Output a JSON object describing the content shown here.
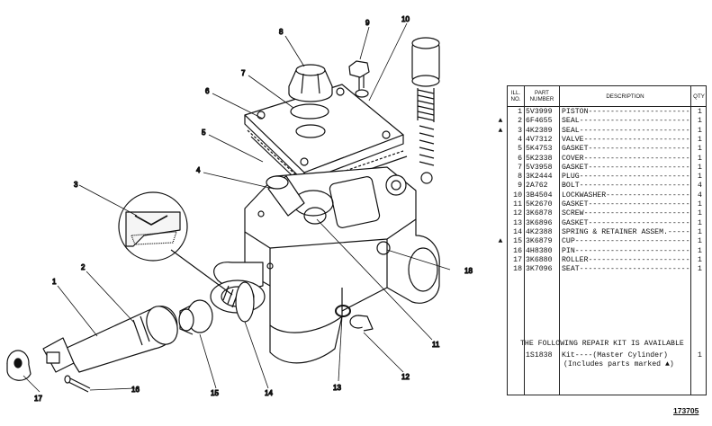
{
  "table": {
    "headers": {
      "no": "ILL. NO.",
      "part_number": "PART NUMBER",
      "description": "DESCRIPTION",
      "qty": "QTY"
    },
    "rows": [
      {
        "mark": "",
        "no": "1",
        "part": "5V3999",
        "desc": "PISTON",
        "qty": "1"
      },
      {
        "mark": "▲",
        "no": "2",
        "part": "6F4655",
        "desc": "SEAL",
        "qty": "1"
      },
      {
        "mark": "▲",
        "no": "3",
        "part": "4K2389",
        "desc": "SEAL",
        "qty": "1"
      },
      {
        "mark": "",
        "no": "4",
        "part": "4V7312",
        "desc": "VALVE",
        "qty": "1"
      },
      {
        "mark": "",
        "no": "5",
        "part": "5K4753",
        "desc": "GASKET",
        "qty": "1"
      },
      {
        "mark": "",
        "no": "6",
        "part": "5K2338",
        "desc": "COVER",
        "qty": "1"
      },
      {
        "mark": "",
        "no": "7",
        "part": "5V3958",
        "desc": "GASKET",
        "qty": "1"
      },
      {
        "mark": "",
        "no": "8",
        "part": "3K2444",
        "desc": "PLUG",
        "qty": "1"
      },
      {
        "mark": "",
        "no": "9",
        "part": "2A762",
        "desc": "BOLT",
        "qty": "4"
      },
      {
        "mark": "",
        "no": "10",
        "part": "3B4504",
        "desc": "LOCKWASHER",
        "qty": "4"
      },
      {
        "mark": "",
        "no": "11",
        "part": "5K2670",
        "desc": "GASKET",
        "qty": "1"
      },
      {
        "mark": "",
        "no": "12",
        "part": "3K6878",
        "desc": "SCREW",
        "qty": "1"
      },
      {
        "mark": "",
        "no": "13",
        "part": "3K6896",
        "desc": "GASKET",
        "qty": "1"
      },
      {
        "mark": "",
        "no": "14",
        "part": "4K2388",
        "desc": "SPRING & RETAINER ASSEM.",
        "qty": "1"
      },
      {
        "mark": "▲",
        "no": "15",
        "part": "3K6879",
        "desc": "CUP",
        "qty": "1"
      },
      {
        "mark": "",
        "no": "16",
        "part": "4H8380",
        "desc": "PIN",
        "qty": "1"
      },
      {
        "mark": "",
        "no": "17",
        "part": "3K6880",
        "desc": "ROLLER",
        "qty": "1"
      },
      {
        "mark": "",
        "no": "18",
        "part": "3K7096",
        "desc": "SEAT",
        "qty": "1"
      }
    ],
    "repair_kit": {
      "title": "THE FOLLOWING REPAIR KIT IS AVAILABLE",
      "part": "1S1838",
      "desc": "Kit----(Master Cylinder)",
      "note": "(Includes parts marked ▲)",
      "qty": "1"
    }
  },
  "callouts": [
    "1",
    "2",
    "3",
    "4",
    "5",
    "6",
    "7",
    "8",
    "9",
    "10",
    "11",
    "12",
    "13",
    "14",
    "15",
    "16",
    "17",
    "18"
  ],
  "figure_number": "173705"
}
